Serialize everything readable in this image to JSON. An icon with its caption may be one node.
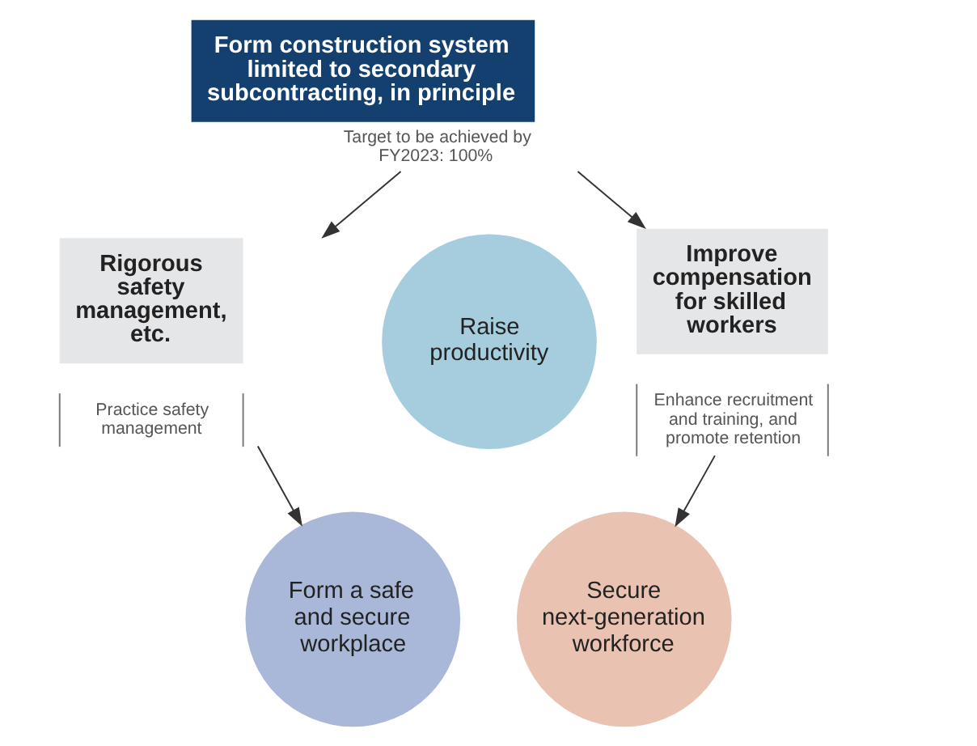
{
  "diagram": {
    "nodes": [
      {
        "text": [
          "Form construction system limited to secondary subcontracting, in principle"
        ],
        "beside": [
          "Target to be achieved by FY2023: 100%"
        ]
      },
      {
        "text": [
          "Rigorous safety management, etc."
        ],
        "beside": [
          "Practice safety management"
        ]
      },
      {
        "text": [
          "Improve compensation for skilled workers"
        ],
        "beside": [
          "Enhance recruitment and training, and promote retention"
        ]
      },
      {
        "text": [
          "Raise productivity"
        ]
      },
      {
        "text": [
          "Form a safe and secure workplace"
        ]
      },
      {
        "text": [
          "Secure next-generation workforce"
        ]
      }
    ],
    "edges": [
      {
        "from": 0,
        "to": 1,
        "arrow": "to"
      },
      {
        "from": 0,
        "to": 2,
        "arrow": "to"
      },
      {
        "from": 1,
        "to": 4,
        "arrow": "to"
      },
      {
        "from": 2,
        "to": 5,
        "arrow": "to"
      }
    ]
  }
}
